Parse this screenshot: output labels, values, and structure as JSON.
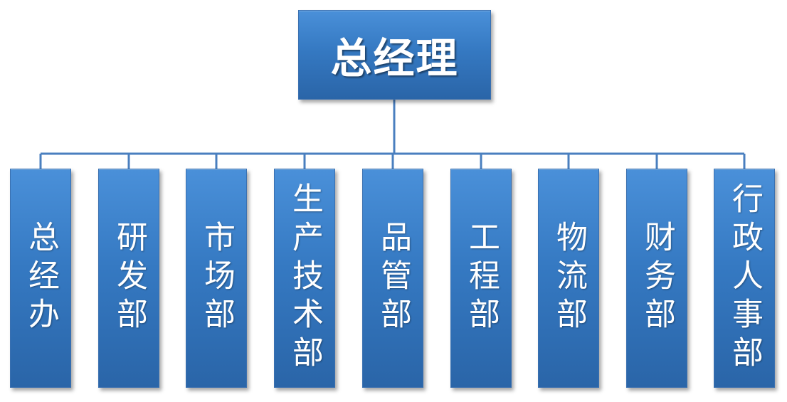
{
  "root": {
    "label": "总经理"
  },
  "departments": [
    {
      "label": "总经办"
    },
    {
      "label": "研发部"
    },
    {
      "label": "市场部"
    },
    {
      "label": "生产技术部"
    },
    {
      "label": "品管部"
    },
    {
      "label": "工程部"
    },
    {
      "label": "物流部"
    },
    {
      "label": "财务部"
    },
    {
      "label": "行政人事部"
    }
  ],
  "colors": {
    "box_fill": "#3a7bc8",
    "box_border": "#3a70b0",
    "connector": "#4a7fbf",
    "text": "#ffffff"
  }
}
